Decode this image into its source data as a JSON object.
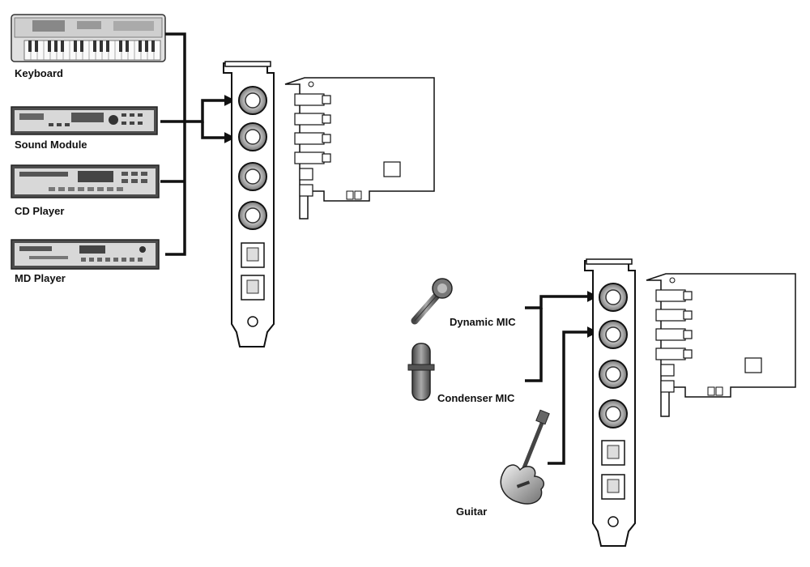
{
  "sources_left": [
    {
      "id": "keyboard",
      "label": "Keyboard"
    },
    {
      "id": "sound-module",
      "label": "Sound Module"
    },
    {
      "id": "cd-player",
      "label": "CD Player"
    },
    {
      "id": "md-player",
      "label": "MD Player"
    }
  ],
  "sources_right": [
    {
      "id": "dynamic-mic",
      "label": "Dynamic MIC"
    },
    {
      "id": "condenser-mic",
      "label": "Condenser MIC"
    },
    {
      "id": "guitar",
      "label": "Guitar"
    }
  ],
  "colors": {
    "line": "#111111",
    "device_face": "#d9d9d9",
    "device_body": "#5a5a5a",
    "bracket": "#ffffff"
  }
}
